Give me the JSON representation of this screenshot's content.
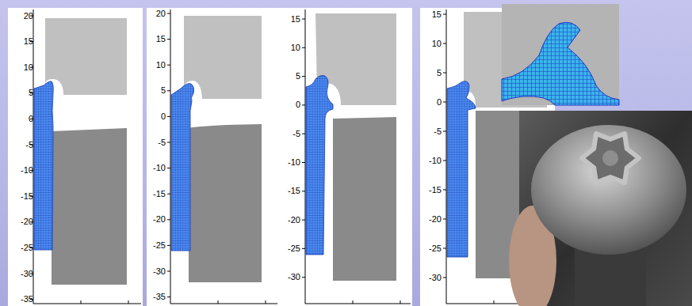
{
  "diagram": {
    "labels": [
      "20",
      "15",
      "10",
      "5",
      "0",
      "-5",
      "-10",
      "-15",
      "-20",
      "-25",
      "-30",
      "-35",
      "20",
      "15",
      "10",
      "5",
      "0",
      "-5",
      "-10",
      "-15",
      "-20",
      "-25",
      "-30",
      "-35",
      "15",
      "10",
      "5",
      "0",
      "-5",
      "-10",
      "-15",
      "-20",
      "-25",
      "-30",
      "15",
      "10",
      "5",
      "0",
      "-5",
      "-10",
      "-15",
      "-20",
      "-25",
      "-30"
    ]
  }
}
